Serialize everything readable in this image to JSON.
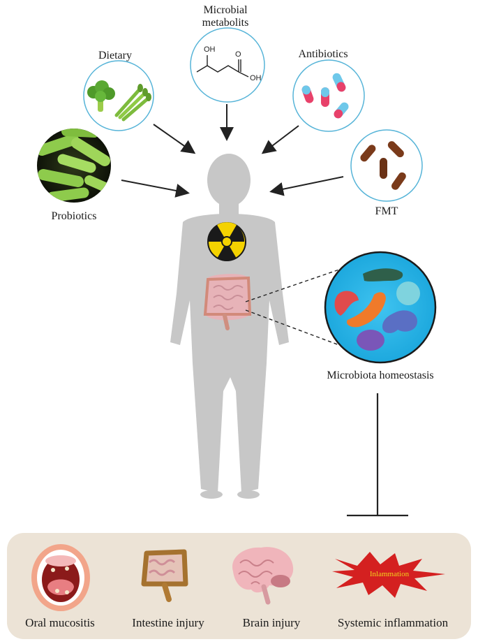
{
  "inputs": {
    "metabolites": {
      "label_line1": "Microbial",
      "label_line2": "metabolits",
      "chem_oh": "OH",
      "chem_o": "O",
      "chem_oh2": "OH"
    },
    "dietary": {
      "label": "Dietary"
    },
    "antibiotics": {
      "label": "Antibiotics"
    },
    "probiotics": {
      "label": "Probiotics"
    },
    "fmt": {
      "label": "FMT"
    }
  },
  "center": {
    "microbiota_label": "Microbiota homeostasis"
  },
  "outcomes": [
    {
      "label": "Oral mucositis"
    },
    {
      "label": "Intestine injury"
    },
    {
      "label": "Brain injury"
    },
    {
      "label": "Systemic inflammation",
      "badge": "Inlammation"
    }
  ],
  "colors": {
    "circle_stroke": "#56b4d8",
    "body": "#c7c7c7",
    "radiation": "#f4d200",
    "panel": "#ece3d6",
    "burst": "#d42020"
  }
}
